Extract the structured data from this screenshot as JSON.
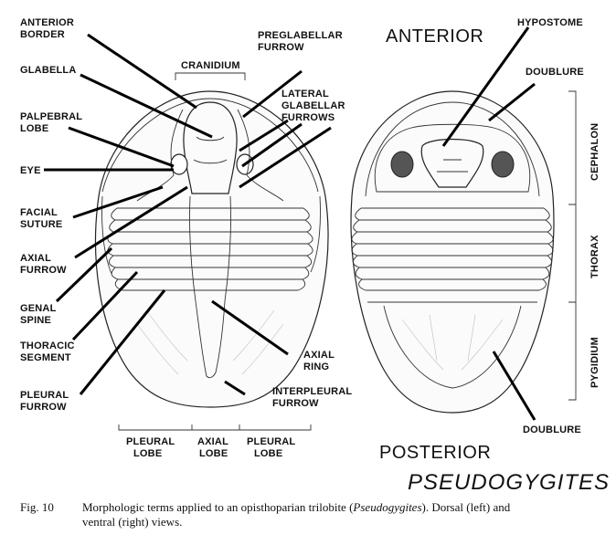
{
  "orientation": {
    "anterior": "ANTERIOR",
    "posterior": "POSTERIOR"
  },
  "title": "PSEUDOGYGITES",
  "dorsal": {
    "anterior_border": [
      "ANTERIOR",
      "BORDER"
    ],
    "glabella": "GLABELLA",
    "palpebral_lobe": [
      "PALPEBRAL",
      "LOBE"
    ],
    "eye": "EYE",
    "facial_suture": [
      "FACIAL",
      "SUTURE"
    ],
    "axial_furrow": [
      "AXIAL",
      "FURROW"
    ],
    "genal_spine": [
      "GENAL",
      "SPINE"
    ],
    "thoracic_segment": [
      "THORACIC",
      "SEGMENT"
    ],
    "pleural_furrow": [
      "PLEURAL",
      "FURROW"
    ],
    "cranidium": "CRANIDIUM",
    "preglabellar_furrow": [
      "PREGLABELLAR",
      "FURROW"
    ],
    "lateral_glabellar_furrows": [
      "LATERAL",
      "GLABELLAR",
      "FURROWS"
    ],
    "axial_ring": [
      "AXIAL",
      "RING"
    ],
    "interpleural_furrow": [
      "INTERPLEURAL",
      "FURROW"
    ],
    "pleural_lobe_left": [
      "PLEURAL",
      "LOBE"
    ],
    "axial_lobe": [
      "AXIAL",
      "LOBE"
    ],
    "pleural_lobe_right": [
      "PLEURAL",
      "LOBE"
    ]
  },
  "ventral": {
    "hypostome": "HYPOSTOME",
    "doublure_top": "DOUBLURE",
    "cephalon": "CEPHALON",
    "thorax": "THORAX",
    "pygidium": "PYGIDIUM",
    "doublure_bottom": "DOUBLURE"
  },
  "caption": {
    "fig_label": "Fig. 10",
    "text_before": "Morphologic terms applied to an opisthoparian trilobite (",
    "genus": "Pseudogygites",
    "text_after": "). Dorsal (left) and",
    "line2": "ventral (right) views."
  }
}
